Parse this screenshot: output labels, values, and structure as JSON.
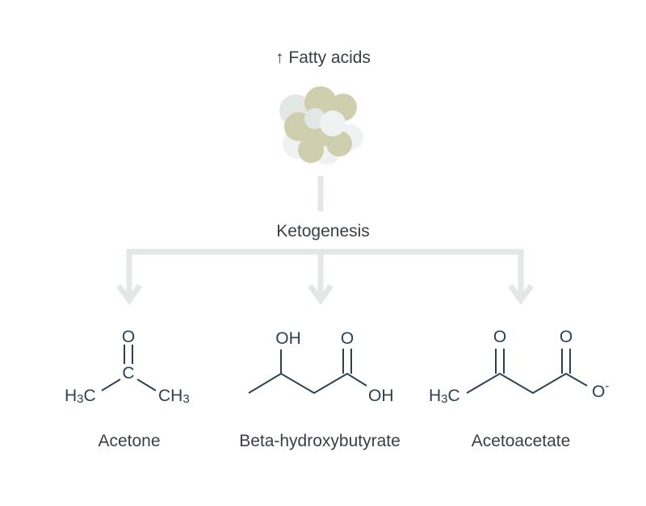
{
  "header": {
    "arrow_glyph": "↑",
    "text": "Fatty acids"
  },
  "process": {
    "label": "Ketogenesis"
  },
  "colors": {
    "connector": "#e2e8e6",
    "bond": "#2c4150",
    "text": "#3a3f44",
    "droplet_olive": "#cfcfb0",
    "droplet_light": "#e3e8e6",
    "droplet_white": "#eef2f3"
  },
  "molecules": [
    {
      "name": "Acetone",
      "atoms": {
        "o": "O",
        "c": "C",
        "h3c_left_h": "H",
        "h3c_left_sub": "3",
        "h3c_left_c": "C",
        "ch3_right_c": "CH",
        "ch3_right_sub": "3"
      }
    },
    {
      "name": "Beta-hydroxybutyrate",
      "atoms": {
        "oh_top": "OH",
        "o": "O",
        "oh_right": "OH"
      }
    },
    {
      "name": "Acetoacetate",
      "atoms": {
        "o1": "O",
        "o2": "O",
        "h3c_h": "H",
        "h3c_sub": "3",
        "h3c_c": "C",
        "o_minus": "O",
        "charge": "-"
      }
    }
  ]
}
